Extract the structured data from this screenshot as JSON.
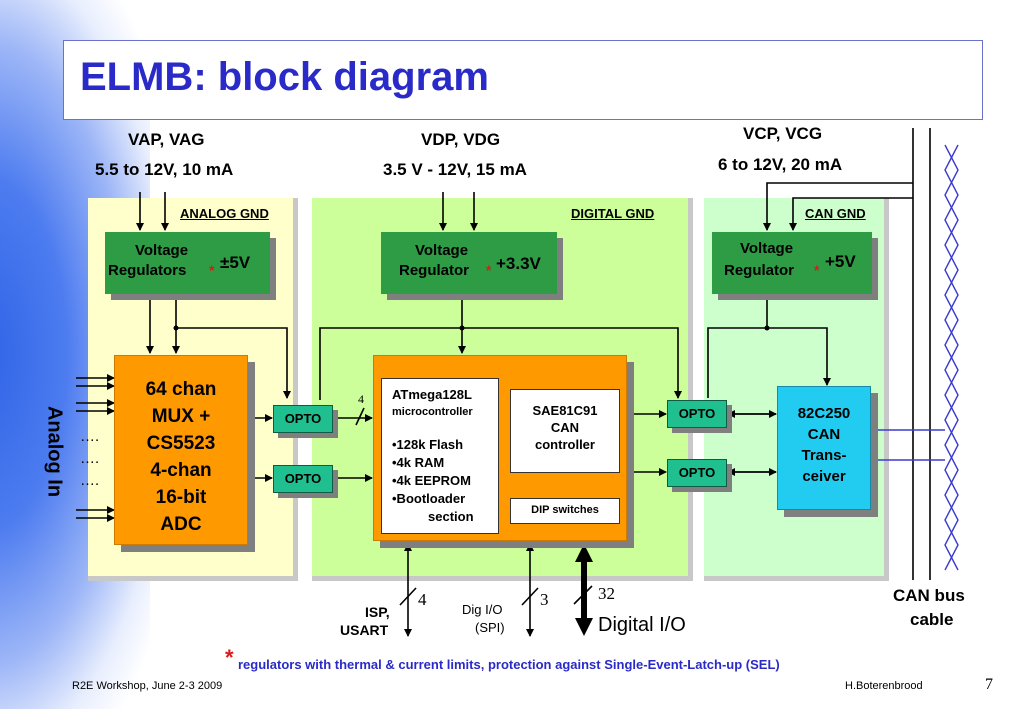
{
  "slide": {
    "title": "ELMB: block diagram",
    "footer_left": "R2E Workshop, June 2-3 2009",
    "footer_right": "H.Boterenbrood",
    "page_number": "7",
    "footnote_star": "*",
    "footnote": "regulators with thermal & current limits, protection against Single-Event-Latch-up (SEL)"
  },
  "supplies": {
    "analog": {
      "name": "VAP, VAG",
      "range": "5.5 to 12V, 10 mA"
    },
    "digital": {
      "name": "VDP, VDG",
      "range": "3.5 V - 12V, 15 mA"
    },
    "can": {
      "name": "VCP, VCG",
      "range": "6 to 12V, 20 mA"
    }
  },
  "zones": {
    "analog": {
      "label": "ANALOG GND",
      "color": "#ffffcc"
    },
    "digital": {
      "label": "DIGITAL GND",
      "color": "#ccff99"
    },
    "can": {
      "label": "CAN GND",
      "color": "#ccffcc"
    }
  },
  "regulators": {
    "analog": {
      "line1": "Voltage",
      "line2": "Regulators",
      "star": "*",
      "voltage": "±5V"
    },
    "digital": {
      "line1": "Voltage",
      "line2": "Regulator",
      "star": "*",
      "voltage": "+3.3V"
    },
    "can": {
      "line1": "Voltage",
      "line2": "Regulator",
      "star": "*",
      "voltage": "+5V"
    }
  },
  "adc": {
    "lines": [
      "64 chan",
      "MUX +",
      "CS5523",
      "4-chan",
      "16-bit",
      "ADC"
    ]
  },
  "analog_in": {
    "label": "Analog In",
    "dots": [
      "….",
      "….",
      "…."
    ]
  },
  "opto": {
    "label": "OPTO"
  },
  "mcu": {
    "name": "ATmega128L",
    "type": "microcontroller",
    "features": [
      "•128k Flash",
      "•4k RAM",
      "•4k EEPROM",
      "•Bootloader"
    ],
    "features_cont": "section"
  },
  "can_controller": {
    "lines": [
      "SAE81C91",
      "CAN",
      "controller"
    ]
  },
  "dip": {
    "label": "DIP switches"
  },
  "transceiver": {
    "lines": [
      "82C250",
      "CAN",
      "Trans-",
      "ceiver"
    ]
  },
  "bus_widths": {
    "opto_bus": "4",
    "isp": "4",
    "dig": "3",
    "digital_io": "32"
  },
  "io_labels": {
    "isp_line1": "ISP,",
    "isp_line2": "USART",
    "dig_line1": "Dig I/O",
    "dig_line2": "(SPI)",
    "digital_io": "Digital I/O",
    "can_bus_line1": "CAN bus",
    "can_bus_line2": "cable"
  },
  "colors": {
    "title": "#2a2ac8",
    "regulator": "#2e9c45",
    "opto": "#1fbf8f",
    "adc": "#ff9900",
    "transceiver": "#22ccf0",
    "can_lines": "#3a3ad0",
    "footnote": "#2a2ac8"
  }
}
